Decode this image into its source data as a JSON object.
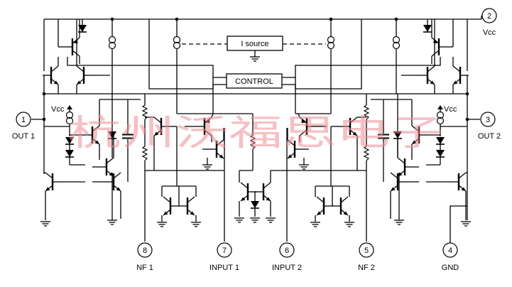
{
  "pins": {
    "p1": {
      "number": "1",
      "label": "OUT 1"
    },
    "p2": {
      "number": "2",
      "label": "Vcc"
    },
    "p3": {
      "number": "3",
      "label": "OUT 2"
    },
    "p4": {
      "number": "4",
      "label": "GND"
    },
    "p5": {
      "number": "5",
      "label": "NF 2"
    },
    "p6": {
      "number": "6",
      "label": "INPUT 2"
    },
    "p7": {
      "number": "7",
      "label": "INPUT 1"
    },
    "p8": {
      "number": "8",
      "label": "NF 1"
    }
  },
  "blocks": {
    "isource": "I source",
    "control": "CONTROL"
  },
  "local_supply": {
    "left": "Vcc",
    "right": "Vcc"
  },
  "watermark": "杭州沃福思电子"
}
